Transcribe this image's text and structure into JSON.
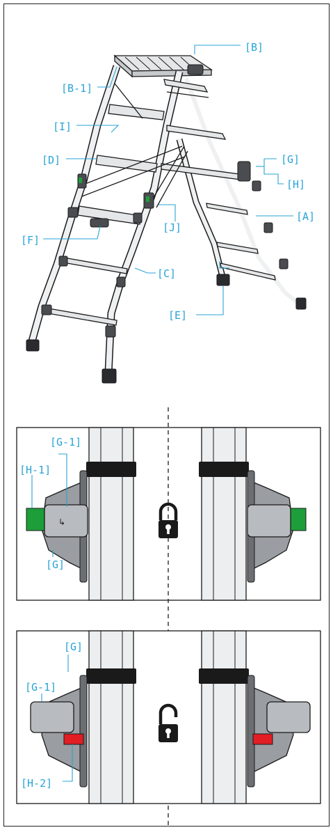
{
  "ladder_labels": {
    "A": "[A]",
    "B": "[B]",
    "B1": "[B-1]",
    "C": "[C]",
    "D": "[D]",
    "E": "[E]",
    "F": "[F]",
    "G": "[G]",
    "H": "[H]",
    "I": "[I]",
    "J": "[J]"
  },
  "locked_panel": {
    "G1": "[G-1]",
    "H1": "[H-1]",
    "G": "[G]",
    "indicator_color": "#1e9e3a"
  },
  "unlocked_panel": {
    "G": "[G]",
    "G1": "[G-1]",
    "H2": "[H-2]",
    "indicator_color": "#e31d24"
  },
  "colors": {
    "label": "#29a3d6",
    "metal": "#e4e6e8",
    "dark": "#1a1a1a",
    "grey_housing": "#9a9da1"
  }
}
